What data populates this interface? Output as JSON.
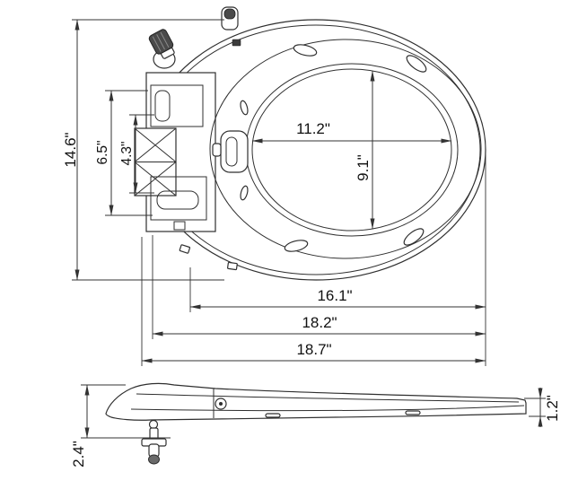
{
  "drawing": {
    "subject": "bidet-toilet-seat-dimension-drawing"
  },
  "style": {
    "line_color": "#2f2f2f",
    "background": "#ffffff",
    "text_color": "#111111",
    "knob_fill": "#4a4a4a"
  },
  "dimensions": {
    "overall_depth": "14.6\"",
    "panel_height": "6.5\"",
    "panel_inner_height": "4.3\"",
    "opening_width": "11.2\"",
    "opening_depth": "9.1\"",
    "mounting_to_front": "16.1\"",
    "seat_body_length": "18.2\"",
    "overall_length": "18.7\"",
    "side_rear_height": "2.4\"",
    "side_front_height": "1.2\""
  }
}
